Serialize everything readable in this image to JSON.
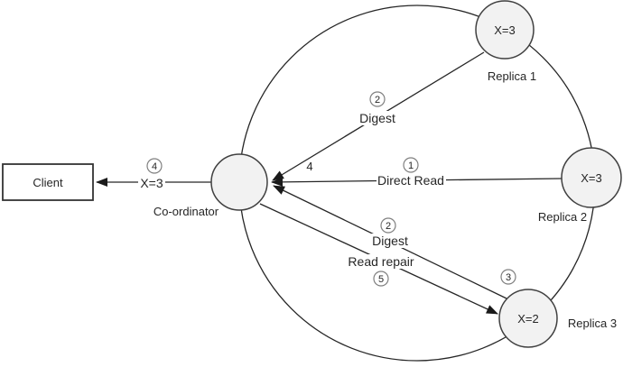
{
  "diagram": {
    "client": {
      "label": "Client"
    },
    "coordinator": {
      "label": "Co-ordinator"
    },
    "replicas": [
      {
        "label": "Replica 1",
        "value": "X=3"
      },
      {
        "label": "Replica 2",
        "value": "X=3"
      },
      {
        "label": "Replica 3",
        "value": "X=2"
      }
    ],
    "edges": {
      "response": {
        "step": "4",
        "label": "X=3"
      },
      "direct_read": {
        "step": "1",
        "label": "Direct Read"
      },
      "digest_top": {
        "step": "2",
        "label": "Digest",
        "annotation": "4"
      },
      "digest_bottom": {
        "step": "2",
        "label": "Digest"
      },
      "read_repair": {
        "step": "5",
        "label": "Read repair"
      },
      "replica3_arrival": {
        "step": "3"
      }
    },
    "colors": {
      "node_fill": "#f2f2f2",
      "node_stroke": "#404040",
      "line": "#262626",
      "badge_stroke": "#7f7f7f",
      "badge_fill": "#ffffff",
      "text": "#262626",
      "background": "#ffffff"
    }
  }
}
